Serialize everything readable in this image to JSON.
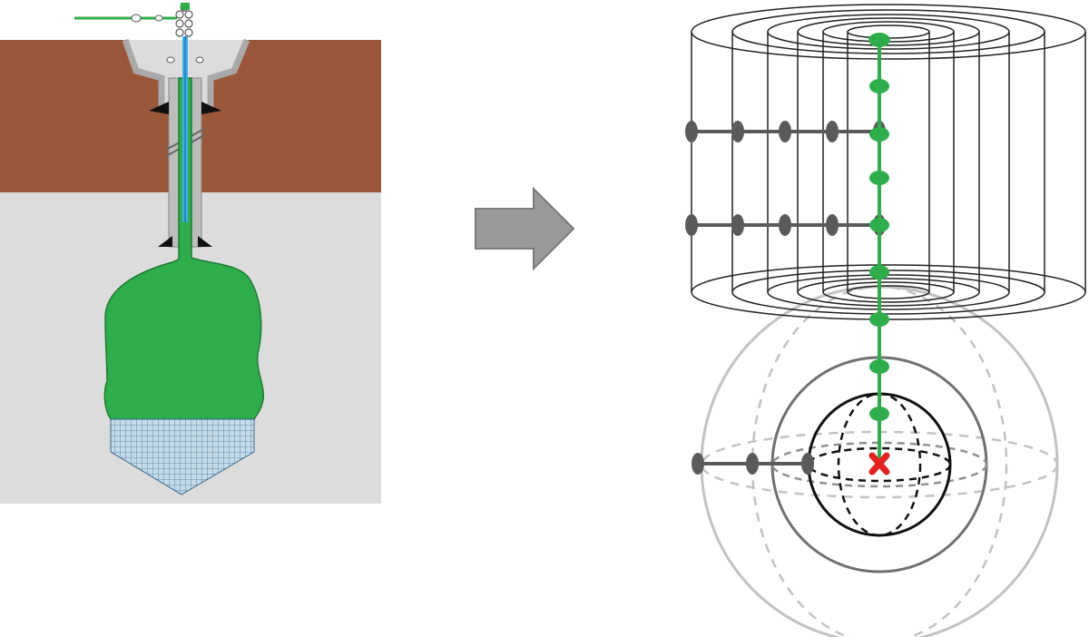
{
  "colors": {
    "soil_brown": "#9a573a",
    "ground_grey": "#dcdcdc",
    "liner_grey": "#a9a9a9",
    "fill_green": "#2eae4b",
    "conductor_blue": "#3ab0e6",
    "mesh_blue": "#7cb8d8",
    "arrow_grey": "#999999",
    "wire_black": "#111111",
    "node_dark": "#5a5a5a",
    "sphere_mid": "#707070",
    "sphere_light": "#b5b5b5",
    "source_red": "#e5201e"
  },
  "left_panel": {
    "label": "",
    "components": [
      "soil-layer",
      "ground-fill",
      "borehole",
      "green-fill",
      "blue-conductor",
      "mesh-tip",
      "feed-line"
    ]
  },
  "arrow": {
    "direction": "right"
  },
  "right_panel": {
    "label": "",
    "cylinder_shells": 6,
    "green_nodes": 9,
    "dark_node_rows": 3,
    "sphere_shells": 3,
    "source_marker": "red-x"
  }
}
